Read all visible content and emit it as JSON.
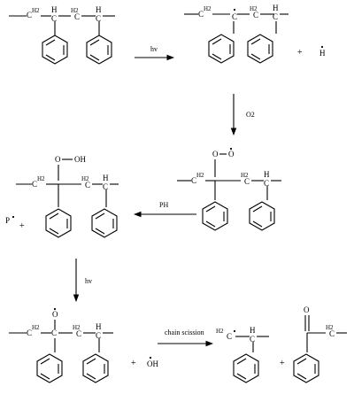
{
  "scheme": {
    "labels": {
      "ch2": "H2",
      "ch": "H",
      "c_letter": "C",
      "c_dot": "C",
      "o": "O",
      "oo": "O",
      "oh": "OH",
      "o_dot": "O",
      "h_dot": "H",
      "plus": "+",
      "p_dot": "P",
      "oh_dot": "OH",
      "ketone_o": "O"
    },
    "arrows": {
      "step1": "hv",
      "step2": "O2",
      "step3": "PH",
      "step4": "hv",
      "step5": "chain scission"
    }
  }
}
